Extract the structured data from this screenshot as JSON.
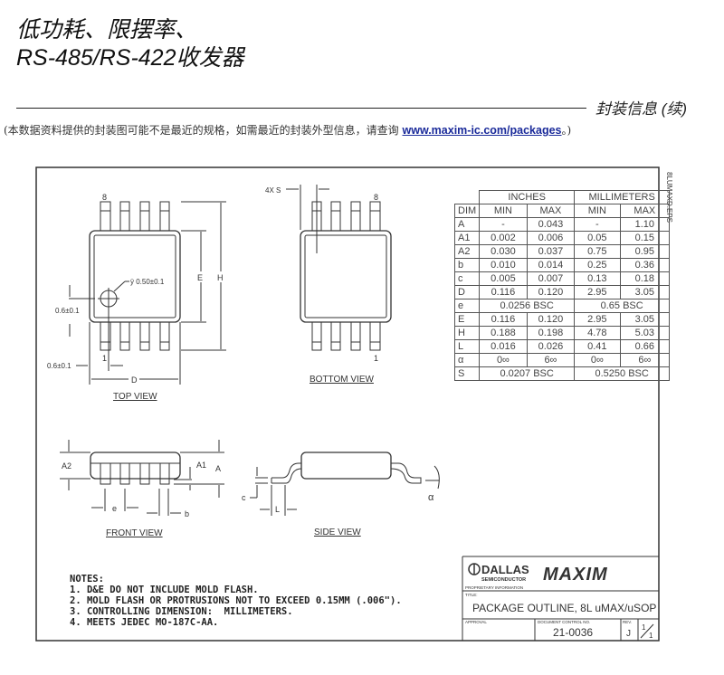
{
  "header": {
    "title_line1": "低功耗、限摆率、",
    "title_line2": "RS-485/RS-422收发器",
    "section": "封装信息 (续)",
    "notice_prefix": "(本数据资料提供的封装图可能不是最近的规格，如需最近的封装外型信息，请查询 ",
    "notice_link": "www.maxim-ic.com/packages",
    "notice_suffix": "。)"
  },
  "drawing": {
    "file_label": "8LUMAXD.EPS",
    "top_view": {
      "label": "TOP VIEW",
      "pin8": "8",
      "pin1": "1",
      "dim_E": "E",
      "dim_H": "H",
      "dim_D": "D",
      "hole": "ÿ 0.50±0.1",
      "offset1": "0.6±0.1",
      "offset2": "0.6±0.1"
    },
    "bottom_view": {
      "label": "BOTTOM VIEW",
      "pin8": "8",
      "pin1": "1",
      "dim_S": "4X S"
    },
    "front_view": {
      "label": "FRONT VIEW",
      "A2": "A2",
      "A1": "A1",
      "A": "A",
      "e": "e",
      "b": "b"
    },
    "side_view": {
      "label": "SIDE VIEW",
      "c": "c",
      "L": "L",
      "alpha": "α"
    }
  },
  "table": {
    "group_headers": [
      "INCHES",
      "MILLIMETERS"
    ],
    "columns": [
      "DIM",
      "MIN",
      "MAX",
      "MIN",
      "MAX"
    ],
    "rows": [
      [
        "A",
        "-",
        "0.043",
        "-",
        "1.10"
      ],
      [
        "A1",
        "0.002",
        "0.006",
        "0.05",
        "0.15"
      ],
      [
        "A2",
        "0.030",
        "0.037",
        "0.75",
        "0.95"
      ],
      [
        "b",
        "0.010",
        "0.014",
        "0.25",
        "0.36"
      ],
      [
        "c",
        "0.005",
        "0.007",
        "0.13",
        "0.18"
      ],
      [
        "D",
        "0.116",
        "0.120",
        "2.95",
        "3.05"
      ],
      [
        "e",
        "0.0256 BSC",
        "0.65 BSC"
      ],
      [
        "E",
        "0.116",
        "0.120",
        "2.95",
        "3.05"
      ],
      [
        "H",
        "0.188",
        "0.198",
        "4.78",
        "5.03"
      ],
      [
        "L",
        "0.016",
        "0.026",
        "0.41",
        "0.66"
      ],
      [
        "α",
        "0∞",
        "6∞",
        "0∞",
        "6∞"
      ],
      [
        "S",
        "0.0207 BSC",
        "0.5250 BSC"
      ]
    ]
  },
  "notes": {
    "heading": "NOTES:",
    "items": [
      "1. D&E DO NOT INCLUDE MOLD FLASH.",
      "2. MOLD FLASH OR PROTRUSIONS NOT TO EXCEED 0.15MM (.006\").",
      "3. CONTROLLING DIMENSION:  MILLIMETERS.",
      "4. MEETS JEDEC MO-187C-AA."
    ]
  },
  "title_block": {
    "logo_dallas": "DALLAS",
    "logo_semi": "SEMICONDUCTOR",
    "logo_maxim": "MAXIM",
    "proprietary": "PROPRIETARY INFORMATION",
    "title_label": "TITLE:",
    "title": "PACKAGE OUTLINE, 8L uMAX/uSOP",
    "approval_label": "APPROVAL",
    "doc_label": "DOCUMENT CONTROL NO.",
    "doc_no": "21-0036",
    "rev_label": "REV.",
    "rev": "J",
    "sheet_num": "1",
    "sheet_den": "1"
  }
}
